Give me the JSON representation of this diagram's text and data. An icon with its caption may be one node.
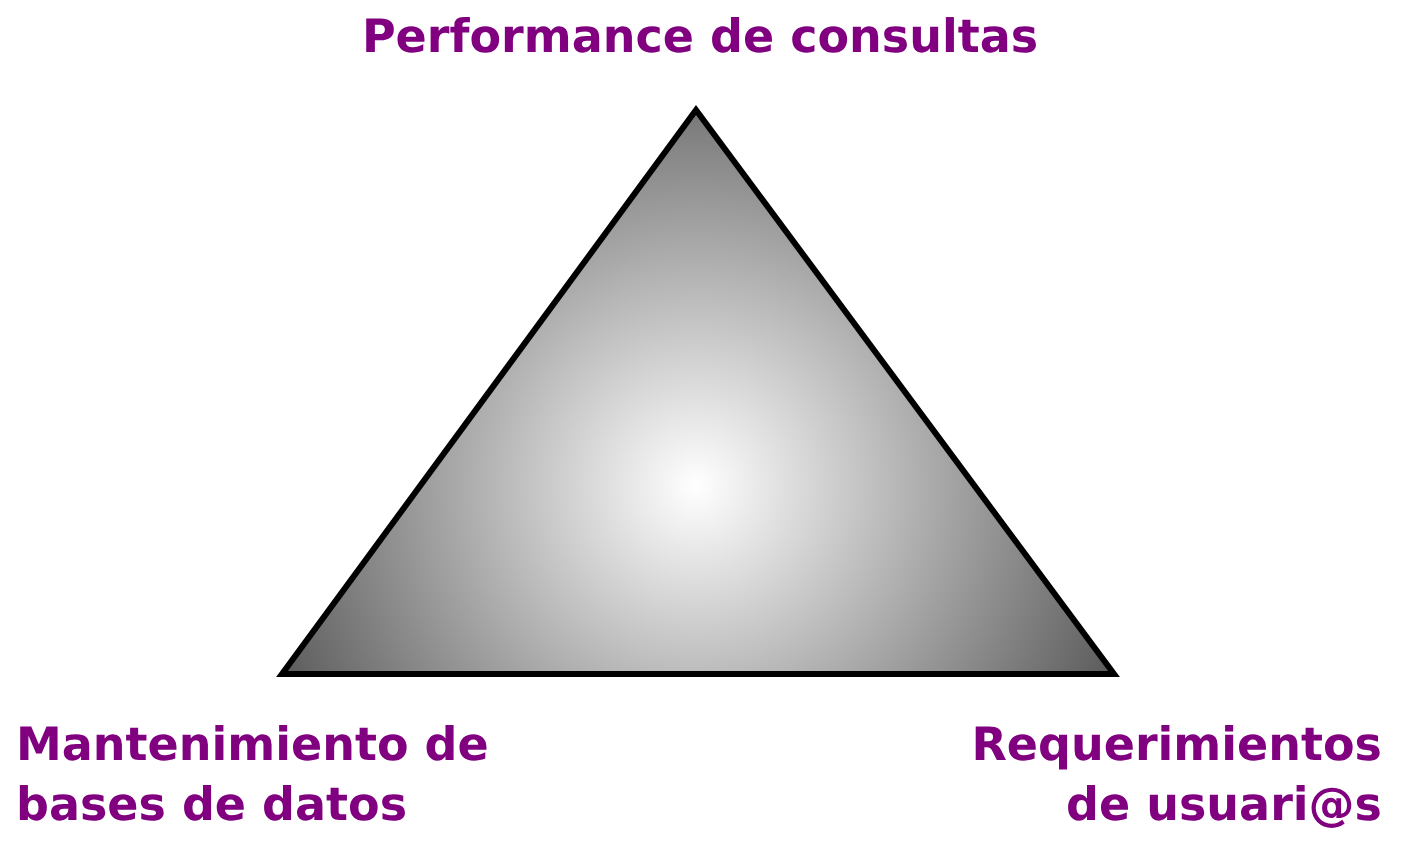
{
  "diagram": {
    "nodes": [
      {
        "text": [],
        "shape": "triangle"
      }
    ],
    "labels": [
      "Performance de consultas",
      "Mantenimiento de bases de datos",
      "Requerimientos de usuari@s"
    ]
  }
}
